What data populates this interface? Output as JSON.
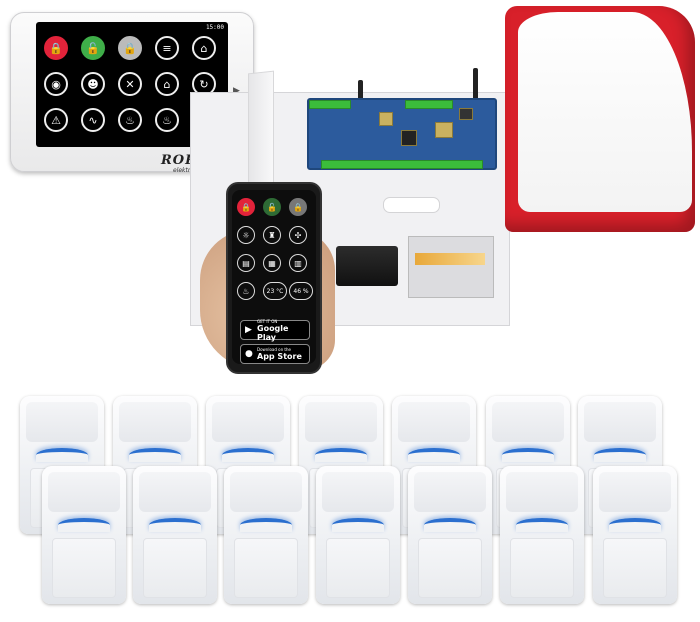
{
  "keypad": {
    "time": "15:00",
    "brand": "ROPAM",
    "brand_sub": "elektronik",
    "icons": [
      "lock-icon",
      "unlock-icon",
      "partial-lock-icon",
      "list-icon",
      "home-icon",
      "camera-icon",
      "users-icon",
      "tools-icon",
      "house-settings-icon",
      "refresh-icon",
      "alert-icon",
      "chart-icon",
      "thermometer-icon",
      "thermostat-icon",
      "info-icon"
    ],
    "icon_colors": [
      "#e2233a",
      "#3fae49",
      "#bbbbbb",
      "#ffffff",
      "#ffffff",
      "#ffffff",
      "#ffffff",
      "#ffffff",
      "#ffffff",
      "#ffffff",
      "#ffffff",
      "#ffffff",
      "#ffffff",
      "#ffffff",
      "#ffffff"
    ]
  },
  "phone": {
    "temp": "23 °C",
    "humidity": "46 %",
    "google_small": "GET IT ON",
    "google_big": "Google Play",
    "apple_small": "Download on the",
    "apple_big": "App Store"
  },
  "sensors": {
    "back_row_count": 7,
    "front_row_count": 7,
    "led_color": "#2b6fcf"
  },
  "siren": {
    "color": "#d8202a"
  }
}
